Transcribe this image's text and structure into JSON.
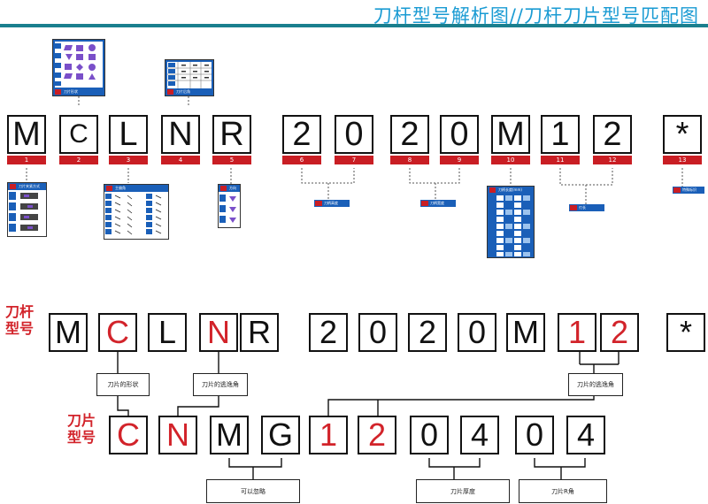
{
  "title": "刀杆型号解析图//刀杆刀片型号匹配图",
  "top_code": {
    "chars": [
      "M",
      "C",
      "L",
      "N",
      "R",
      "2",
      "0",
      "2",
      "0",
      "M",
      "1",
      "2",
      "*"
    ],
    "numbers": [
      "1",
      "2",
      "3",
      "4",
      "5",
      "6",
      "7",
      "8",
      "9",
      "10",
      "11",
      "12",
      "13"
    ]
  },
  "thumbs": {
    "insert_shape": "刀片形状",
    "insert_clearance": "刀片后角",
    "clamping": "刀片夹紧方式",
    "angle": "主偏角",
    "hand": "方向",
    "group_67": "6-7",
    "group_67_text": "刀柄高度",
    "group_89": "8/9",
    "group_89_text": "刀柄宽度",
    "length_head": "刀柄长度(mm)",
    "group_1112": "11/12",
    "group_1112_text": "刃长",
    "group_13": "13",
    "group_13_text": "特殊标识"
  },
  "holder_label": "刀杆\n型号",
  "insert_label": "刀片\n型号",
  "holder_code": {
    "chars": [
      "M",
      "C",
      "L",
      "N",
      "R",
      "2",
      "0",
      "2",
      "0",
      "M",
      "1",
      "2",
      "*"
    ],
    "highlight": [
      1,
      3,
      10,
      11
    ]
  },
  "insert_code": {
    "chars": [
      "C",
      "N",
      "M",
      "G",
      "1",
      "2",
      "0",
      "4",
      "0",
      "4"
    ],
    "highlight": [
      0,
      1,
      4,
      5
    ]
  },
  "callouts": {
    "shape": "刀片的形状",
    "clearance_top": "刀片的逃逸角",
    "clearance_right": "刀片的逃逸角",
    "optional": "可以忽略",
    "thickness": "刀片厚度",
    "radius": "刀片R角"
  }
}
